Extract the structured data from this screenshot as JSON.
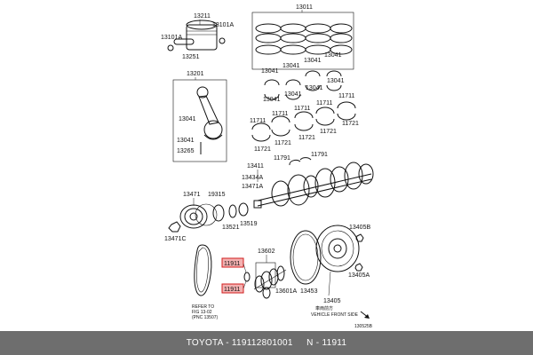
{
  "labels": {
    "p13011": "13011",
    "p13211": "13211",
    "p13101A_left": "13101A",
    "p13101A_right": "13101A",
    "p13251": "13251",
    "p13201": "13201",
    "p13041_rod": "13041",
    "p13041_cap": "13041",
    "p13265": "13265",
    "p13041_a": "13041",
    "p13041_b": "13041",
    "p13041_c": "13041",
    "p13041_d": "13041",
    "p13041_e": "13041",
    "p13041_f": "13041",
    "p13041_g": "13041",
    "p13041_h": "13041",
    "p11711_a": "11711",
    "p11711_b": "11711",
    "p11711_c": "11711",
    "p11711_d": "11711",
    "p11711_e": "11711",
    "p11721_a": "11721",
    "p11721_b": "11721",
    "p11721_c": "11721",
    "p11721_d": "11721",
    "p11721_e": "11721",
    "p11791_a": "11791",
    "p11791_b": "11791",
    "p13411": "13411",
    "p13434A": "13434A",
    "p13471A": "13471A",
    "p13471": "13471",
    "p19315": "19315",
    "p13521": "13521",
    "p13519": "13519",
    "p13471C": "13471C",
    "p11911_top": "11911",
    "p11911_bottom": "11911",
    "p13602": "13602",
    "p13601A": "13601A",
    "p13453": "13453",
    "p13405": "13405",
    "p13405B": "13405B",
    "p13405A": "13405A",
    "refer_line1": "REFER TO",
    "refer_line2": "FIG  13-02",
    "refer_line3": "(PNC  13507)",
    "vehicle_front_jp": "車両前方",
    "vehicle_front": "VEHICLE FRONT SIDE",
    "diagram_code": "130525B"
  },
  "colors": {
    "highlight_fill": "#f3b1b1",
    "highlight_stroke": "#d11f1f",
    "footer_bg": "#6e6e6e"
  },
  "footer": {
    "text": "TOYOTA - 119112801001     N - 11911"
  }
}
